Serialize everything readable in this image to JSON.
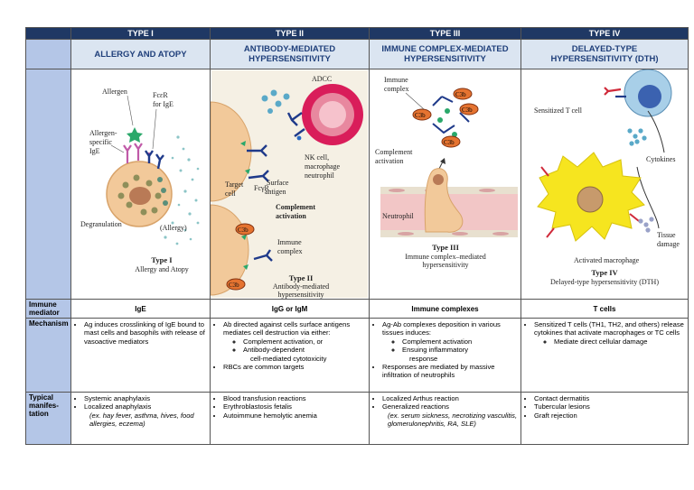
{
  "types": [
    {
      "type": "TYPE I",
      "name": "ALLERGY AND ATOPY",
      "name2": "",
      "mediator": "IgE",
      "mechanism": [
        "Ag induces crosslinking of IgE bound to mast cells and basophils with release of vasoactive mediators"
      ],
      "manifest": [
        "Systemic anaphylaxis",
        "Localized anaphylaxis"
      ],
      "manifest_example": "(ex. hay fever, asthma, hives, food allergies, eczema)",
      "fig": {
        "l1": "Allergen",
        "l2": "FcεR",
        "l3": "for IgE",
        "l4": "Allergen-",
        "l5": "specific",
        "l6": "IgE",
        "l7": "Degranulation",
        "l8": "(Allergy)",
        "cap1": "Type I",
        "cap2": "Allergy and Atopy"
      }
    },
    {
      "type": "TYPE II",
      "name": "ANTIBODY-MEDIATED",
      "name2": "HYPERSENSITIVITY",
      "mediator": "IgG or IgM",
      "mechanism_intro": "Ab directed against cells surface antigens mediates cell destruction via either:",
      "mechanism_sub": [
        "Complement activation, or",
        "Antibody-dependent"
      ],
      "mechanism_sub_cont": "cell-mediated cytotoxicity",
      "mechanism_last": "RBCs are common targets",
      "manifest": [
        "Blood transfusion reactions",
        "Erythroblastosis fetalis",
        "Autoimmune hemolytic anemia"
      ],
      "fig": {
        "adcc": "ADCC",
        "fcgr": "FcγR",
        "nk1": "NK cell,",
        "nk2": "macrophage",
        "nk3": "neutrophil",
        "sa1": "Surface",
        "sa2": "antigen",
        "tc1": "Target",
        "tc2": "cell",
        "ca1": "Complement",
        "ca2": "activation",
        "c3b": "C3b",
        "ic1": "Immune",
        "ic2": "complex",
        "cap1": "Type II",
        "cap2": "Antibody-mediated",
        "cap3": "hypersensitivity"
      }
    },
    {
      "type": "TYPE III",
      "name": "IMMUNE COMPLEX-MEDIATED",
      "name2": "HYPERSENSITIVITY",
      "mediator": "Immune complexes",
      "mechanism_intro": "Ag-Ab complexes deposition in various tissues induces:",
      "mechanism_sub": [
        "Complement activation",
        "Ensuing inflammatory"
      ],
      "mechanism_sub_cont": "response",
      "mechanism_last": "Responses are mediated by massive infiltration of neutrophils",
      "manifest": [
        "Localized Arthus reaction",
        "Generalized reactions"
      ],
      "manifest_example": "(ex. serum sickness, necrotizing vasculitis, glomerulonephritis, RA, SLE)",
      "fig": {
        "ic1": "Immune",
        "ic2": "complex",
        "c3b": "C3b",
        "ca1": "Complement",
        "ca2": "activation",
        "neu": "Neutrophil",
        "cap1": "Type III",
        "cap2": "Immune complex–mediated",
        "cap3": "hypersensitivity"
      }
    },
    {
      "type": "TYPE IV",
      "name": "DELAYED-TYPE",
      "name2": "HYPERSENSITIVITY (DTH)",
      "mediator": "T cells",
      "mechanism_intro": "Sensitized T cells (TH1, TH2, and others) release cytokines that activate macrophages or TC cells",
      "mechanism_sub": [
        "Mediate direct cellular damage"
      ],
      "manifest": [
        "Contact dermatitis",
        "Tubercular lesions",
        "Graft rejection"
      ],
      "fig": {
        "st": "Sensitized T cell",
        "cyt": "Cytokines",
        "td1": "Tissue",
        "td2": "damage",
        "am": "Activated macrophage",
        "cap1": "Type IV",
        "cap2": "Delayed-type hypersensitivity (DTH)"
      }
    }
  ],
  "rows": {
    "mediator": "Immune mediator",
    "mechanism": "Mechanism",
    "manifest": "Typical manifes-tation"
  }
}
